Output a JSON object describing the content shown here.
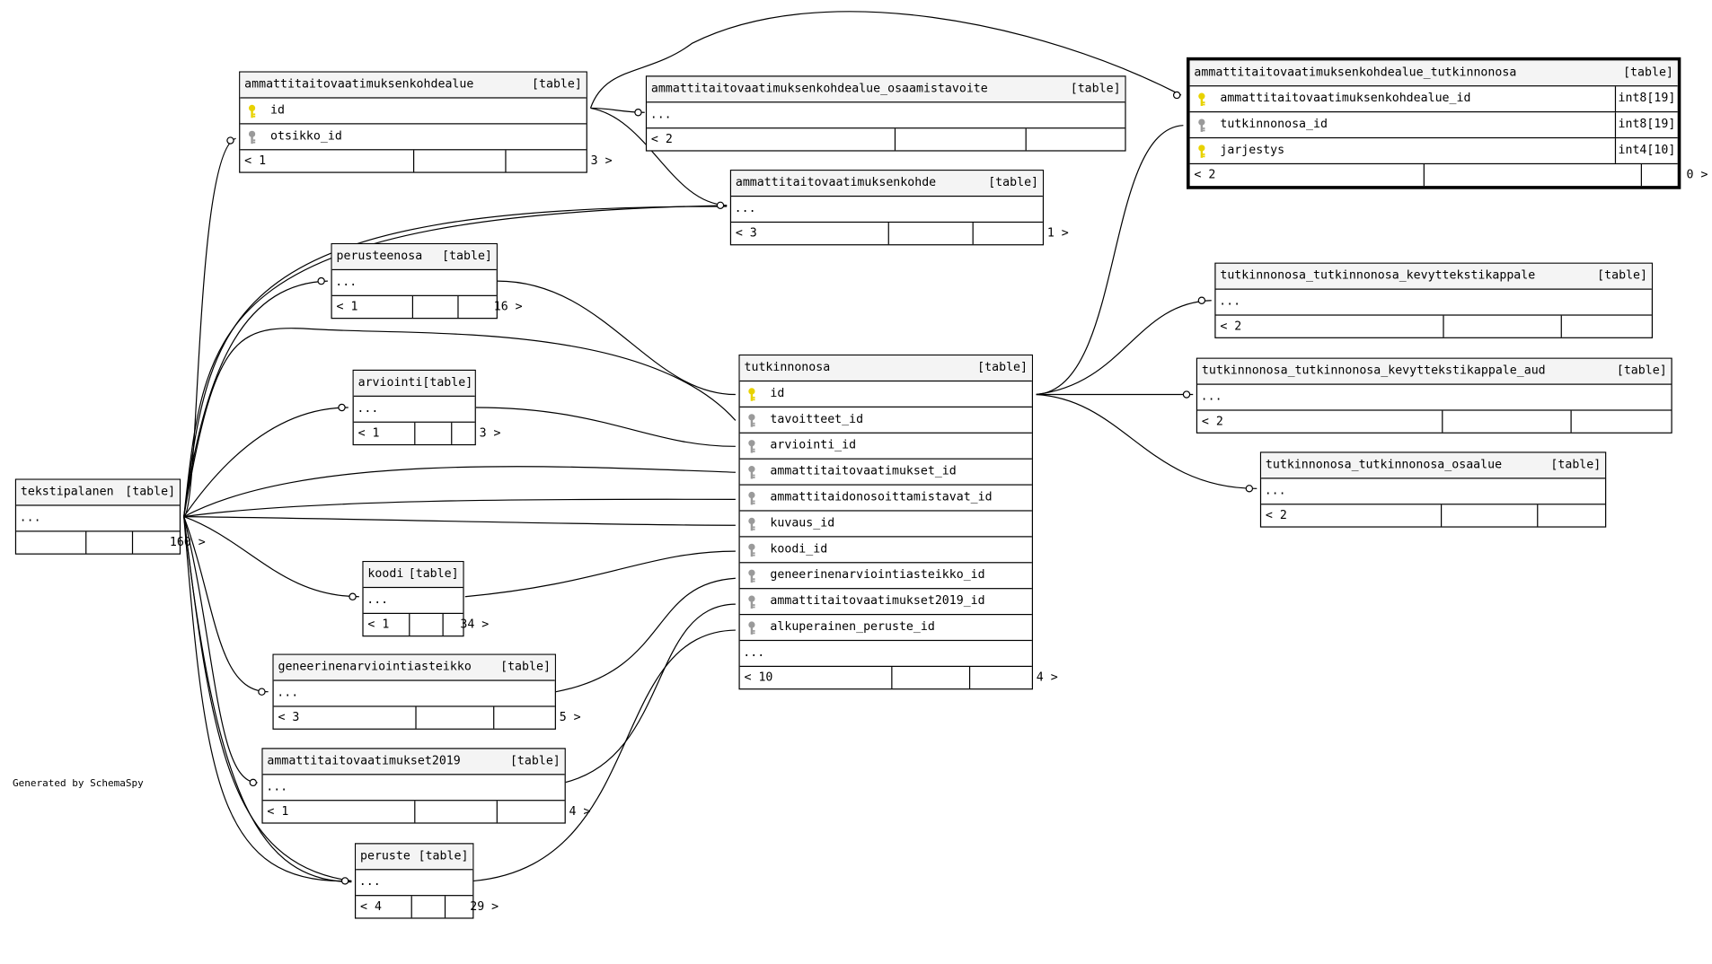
{
  "footer": "Generated by SchemaSpy",
  "key_colors": {
    "primary": "#e8d200",
    "foreign": "#9a9a9a"
  },
  "icons": {
    "primary_key": "key-yellow-icon",
    "foreign_key": "key-gray-icon"
  },
  "tables": [
    {
      "id": "t_kohdealue",
      "name": "ammattitaitovaatimuksenkohdealue",
      "tag": "[table]",
      "rows": [
        {
          "name": "id",
          "key": "primary"
        },
        {
          "name": "otsikko_id",
          "key": "foreign"
        }
      ],
      "footer": [
        "< 1",
        "",
        "3 >"
      ]
    },
    {
      "id": "t_kohdealue_osaamistavoite",
      "name": "ammattitaitovaatimuksenkohdealue_osaamistavoite",
      "tag": "[table]",
      "rows": [
        {
          "name": "...",
          "key": "none"
        }
      ],
      "footer": [
        "< 2",
        "",
        ""
      ]
    },
    {
      "id": "t_kohde",
      "name": "ammattitaitovaatimuksenkohde",
      "tag": "[table]",
      "rows": [
        {
          "name": "...",
          "key": "none"
        }
      ],
      "footer": [
        "< 3",
        "",
        "1 >"
      ]
    },
    {
      "id": "t_perusteenosa",
      "name": "perusteenosa",
      "tag": "[table]",
      "rows": [
        {
          "name": "...",
          "key": "none"
        }
      ],
      "footer": [
        "< 1",
        "",
        "16 >"
      ]
    },
    {
      "id": "t_arviointi",
      "name": "arviointi",
      "tag": "[table]",
      "rows": [
        {
          "name": "...",
          "key": "none"
        }
      ],
      "footer": [
        "< 1",
        "",
        "3 >"
      ]
    },
    {
      "id": "t_tekstipalanen",
      "name": "tekstipalanen",
      "tag": "[table]",
      "rows": [
        {
          "name": "...",
          "key": "none"
        }
      ],
      "footer": [
        "",
        "",
        "160 >"
      ]
    },
    {
      "id": "t_koodi",
      "name": "koodi",
      "tag": "[table]",
      "rows": [
        {
          "name": "...",
          "key": "none"
        }
      ],
      "footer": [
        "< 1",
        "",
        "34 >"
      ]
    },
    {
      "id": "t_geneerinen",
      "name": "geneerinenarviointiasteikko",
      "tag": "[table]",
      "rows": [
        {
          "name": "...",
          "key": "none"
        }
      ],
      "footer": [
        "< 3",
        "",
        "5 >"
      ]
    },
    {
      "id": "t_av2019",
      "name": "ammattitaitovaatimukset2019",
      "tag": "[table]",
      "rows": [
        {
          "name": "...",
          "key": "none"
        }
      ],
      "footer": [
        "< 1",
        "",
        "4 >"
      ]
    },
    {
      "id": "t_peruste",
      "name": "peruste",
      "tag": "[table]",
      "rows": [
        {
          "name": "...",
          "key": "none"
        }
      ],
      "footer": [
        "< 4",
        "",
        "29 >"
      ]
    },
    {
      "id": "t_tutkinnonosa",
      "name": "tutkinnonosa",
      "tag": "[table]",
      "rows": [
        {
          "name": "id",
          "key": "primary"
        },
        {
          "name": "tavoitteet_id",
          "key": "foreign"
        },
        {
          "name": "arviointi_id",
          "key": "foreign"
        },
        {
          "name": "ammattitaitovaatimukset_id",
          "key": "foreign"
        },
        {
          "name": "ammattitaidonosoittamistavat_id",
          "key": "foreign"
        },
        {
          "name": "kuvaus_id",
          "key": "foreign"
        },
        {
          "name": "koodi_id",
          "key": "foreign"
        },
        {
          "name": "geneerinenarviointiasteikko_id",
          "key": "foreign"
        },
        {
          "name": "ammattitaitovaatimukset2019_id",
          "key": "foreign"
        },
        {
          "name": "alkuperainen_peruste_id",
          "key": "foreign"
        },
        {
          "name": "...",
          "key": "none"
        }
      ],
      "footer": [
        "< 10",
        "",
        "4 >"
      ]
    },
    {
      "id": "t_focus",
      "name": "ammattitaitovaatimuksenkohdealue_tutkinnonosa",
      "tag": "[table]",
      "rows": [
        {
          "name": "ammattitaitovaatimuksenkohdealue_id",
          "key": "primary",
          "type": "int8[19]"
        },
        {
          "name": "tutkinnonosa_id",
          "key": "foreign",
          "type": "int8[19]"
        },
        {
          "name": "jarjestys",
          "key": "primary",
          "type": "int4[10]"
        }
      ],
      "footer": [
        "< 2",
        "",
        "0 >"
      ]
    },
    {
      "id": "t_kevyt",
      "name": "tutkinnonosa_tutkinnonosa_kevyttekstikappale",
      "tag": "[table]",
      "rows": [
        {
          "name": "...",
          "key": "none"
        }
      ],
      "footer": [
        "< 2",
        "",
        ""
      ]
    },
    {
      "id": "t_kevyt_aud",
      "name": "tutkinnonosa_tutkinnonosa_kevyttekstikappale_aud",
      "tag": "[table]",
      "rows": [
        {
          "name": "...",
          "key": "none"
        }
      ],
      "footer": [
        "< 2",
        "",
        ""
      ]
    },
    {
      "id": "t_osaalue",
      "name": "tutkinnonosa_tutkinnonosa_osaalue",
      "tag": "[table]",
      "rows": [
        {
          "name": "...",
          "key": "none"
        }
      ],
      "footer": [
        "< 2",
        "",
        ""
      ]
    }
  ]
}
